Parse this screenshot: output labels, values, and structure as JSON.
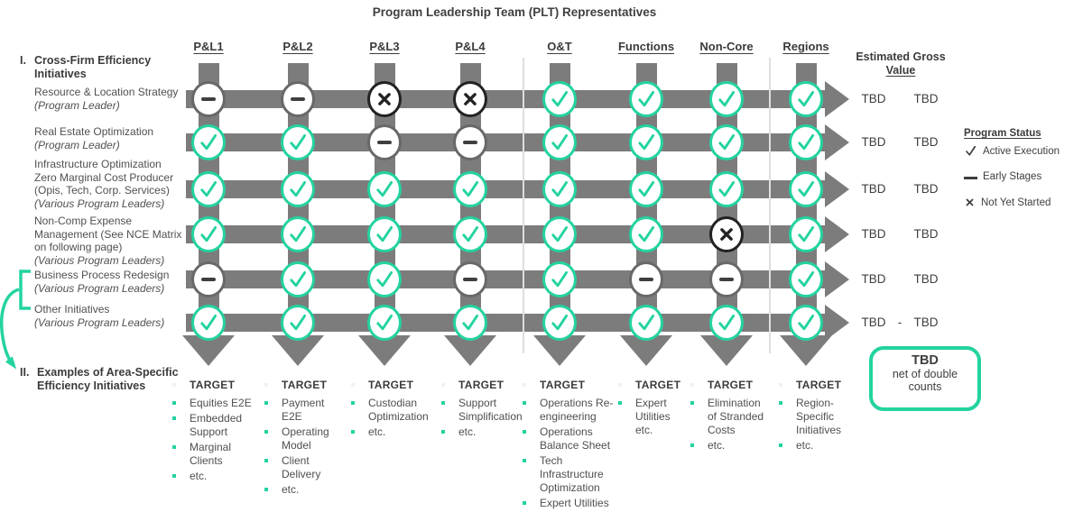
{
  "title": "Program Leadership Team (PLT) Representatives",
  "columns": [
    "P&L1",
    "P&L2",
    "P&L3",
    "P&L4",
    "O&T",
    "Functions",
    "Non-Core",
    "Regions"
  ],
  "value_header": {
    "line1": "Estimated Gross",
    "line2": "Value"
  },
  "section1": {
    "numeral": "I.",
    "line1": "Cross-Firm Efficiency",
    "line2": "Initiatives"
  },
  "rows": [
    {
      "label_lines": [
        {
          "t": "Resource & Location Strategy",
          "i": false
        },
        {
          "t": "(Program Leader)",
          "i": true
        }
      ],
      "statuses": [
        "dash",
        "dash",
        "x",
        "x",
        "check",
        "check",
        "check",
        "check"
      ],
      "value_left": "TBD",
      "value_sep": "",
      "value_right": "TBD"
    },
    {
      "label_lines": [
        {
          "t": "Real Estate Optimization",
          "i": false
        },
        {
          "t": "(Program Leader)",
          "i": true
        }
      ],
      "statuses": [
        "check",
        "check",
        "dash",
        "dash",
        "check",
        "check",
        "check",
        "check"
      ],
      "value_left": "TBD",
      "value_sep": "",
      "value_right": "TBD"
    },
    {
      "label_lines": [
        {
          "t": "Infrastructure Optimization",
          "i": false
        },
        {
          "t": "Zero Marginal Cost Producer",
          "i": false
        },
        {
          "t": "(Opis, Tech, Corp. Services)",
          "i": false
        },
        {
          "t": "(Various Program Leaders)",
          "i": true
        }
      ],
      "statuses": [
        "check",
        "check",
        "check",
        "check",
        "check",
        "check",
        "check",
        "check"
      ],
      "value_left": "TBD",
      "value_sep": "",
      "value_right": "TBD"
    },
    {
      "label_lines": [
        {
          "t": "Non-Comp Expense",
          "i": false
        },
        {
          "t": "Management (See NCE Matrix",
          "i": false
        },
        {
          "t": "on following page)",
          "i": false
        },
        {
          "t": "(Various Program Leaders)",
          "i": true
        }
      ],
      "statuses": [
        "check",
        "check",
        "check",
        "check",
        "check",
        "check",
        "x",
        "check"
      ],
      "value_left": "TBD",
      "value_sep": "",
      "value_right": "TBD"
    },
    {
      "label_lines": [
        {
          "t": "Business Process Redesign",
          "i": false
        },
        {
          "t": "(Various Program Leaders)",
          "i": true
        }
      ],
      "statuses": [
        "dash",
        "check",
        "check",
        "dash",
        "check",
        "dash",
        "dash",
        "check"
      ],
      "value_left": "TBD",
      "value_sep": "",
      "value_right": "TBD"
    },
    {
      "label_lines": [
        {
          "t": "Other Initiatives",
          "i": false
        },
        {
          "t": "(Various Program Leaders)",
          "i": true
        }
      ],
      "statuses": [
        "check",
        "check",
        "check",
        "check",
        "check",
        "check",
        "check",
        "check"
      ],
      "value_left": "TBD",
      "value_sep": "-",
      "value_right": "TBD"
    }
  ],
  "legend": {
    "title": "Program Status",
    "items": [
      {
        "icon": "check",
        "label": "Active Execution"
      },
      {
        "icon": "dash",
        "label": "Early Stages"
      },
      {
        "icon": "x",
        "label": "Not Yet Started"
      }
    ]
  },
  "section2": {
    "numeral": "II.",
    "line1": "Examples of Area-Specific",
    "line2": "Efficiency Initiatives"
  },
  "target_lists": [
    {
      "column": "P&L1",
      "items": [
        "TARGET",
        "Equities E2E",
        "Embedded Support",
        "Marginal Clients",
        "etc."
      ]
    },
    {
      "column": "P&L2",
      "items": [
        "TARGET",
        "Payment E2E",
        "Operating Model",
        "Client Delivery",
        "etc."
      ]
    },
    {
      "column": "P&L3",
      "items": [
        "TARGET",
        "Custodian Optimization",
        "etc."
      ]
    },
    {
      "column": "P&L4",
      "items": [
        "TARGET",
        "Support Simplification",
        "etc."
      ]
    },
    {
      "column": "O&T",
      "items": [
        "TARGET",
        "Operations Re-engineering",
        "Operations Balance Sheet",
        "Tech Infrastructure Optimization",
        "Expert Utilities"
      ]
    },
    {
      "column": "Functions",
      "items": [
        "TARGET",
        "Expert Utilities etc."
      ]
    },
    {
      "column": "Non-Core",
      "items": [
        "TARGET",
        "Elimination of Stranded Costs",
        "etc."
      ]
    },
    {
      "column": "Regions",
      "items": [
        "TARGET",
        "Region-Specific Initiatives",
        "etc."
      ]
    }
  ],
  "net_box": {
    "line1": "TBD",
    "line2": "net of double counts"
  },
  "colors": {
    "teal": "#23d3a0",
    "bar_gray": "#7c7c7c",
    "dark_text": "#3b3b3b",
    "label_gray": "#505050",
    "x_black": "#222222",
    "dash_ring": "#686868",
    "separator": "#dedede"
  }
}
